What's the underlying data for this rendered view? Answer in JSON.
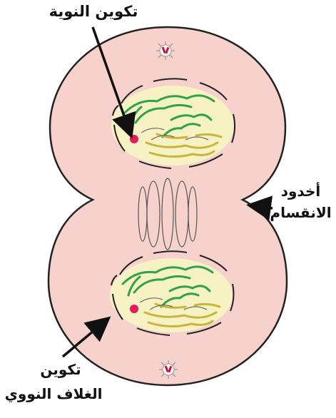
{
  "labels": {
    "nucleolus_formation": "تكوين النوية",
    "cleavage_furrow_line1": "أخدود",
    "cleavage_furrow_line2": "الانقسام",
    "nuclear_envelope_line1": "تكوين",
    "nuclear_envelope_line2": "الغلاف النووي"
  },
  "colors": {
    "cytoplasm": "#f7d2cc",
    "nucleus": "#f6f2c3",
    "chromatin_green": "#2fa24a",
    "chromatin_yellow": "#c9b53a",
    "nucleolus": "#e8195b",
    "outline": "#222222"
  }
}
